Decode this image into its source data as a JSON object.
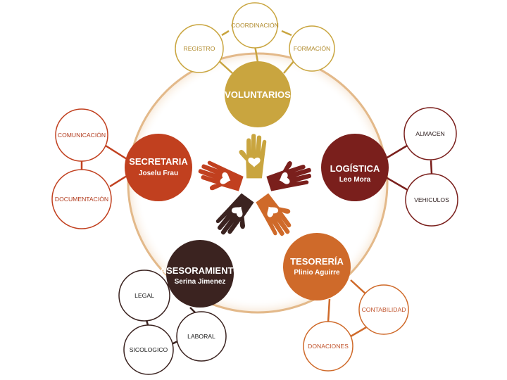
{
  "colors": {
    "voluntarios": "#c9a53f",
    "secretaria": "#c1401f",
    "logistica": "#7a1f1c",
    "asesoramiento": "#3b2320",
    "tesoreria": "#cf6a2a",
    "ring": "#e3b98a"
  },
  "hub": {
    "icon": "hands-heart-icon"
  },
  "main_nodes": {
    "voluntarios": {
      "title": "VOLUNTARIOS",
      "subtitle": ""
    },
    "secretaria": {
      "title": "SECRETARIA",
      "subtitle": "Joselu Frau"
    },
    "logistica": {
      "title": "LOGÍSTICA",
      "subtitle": "Leo Mora"
    },
    "asesoramiento": {
      "title": "ASESORAMIENTO",
      "subtitle": "Serina Jimenez"
    },
    "tesoreria": {
      "title": "TESORERÍA",
      "subtitle": "Plinio Aguirre"
    }
  },
  "sub_nodes": {
    "coordinacion": "COORDINACIÓN",
    "registro": "REGISTRO",
    "formacion": "FORMACIÓN",
    "comunicacion": "COMUNICACIÓN",
    "documentacion": "DOCUMENTACIÓN",
    "almacen": "ALMACEN",
    "vehiculos": "VEHICULOS",
    "legal": "LEGAL",
    "laboral": "LABORAL",
    "sicologico": "SICOLOGICO",
    "contabilidad": "CONTABILIDAD",
    "donaciones": "DONACIONES"
  }
}
